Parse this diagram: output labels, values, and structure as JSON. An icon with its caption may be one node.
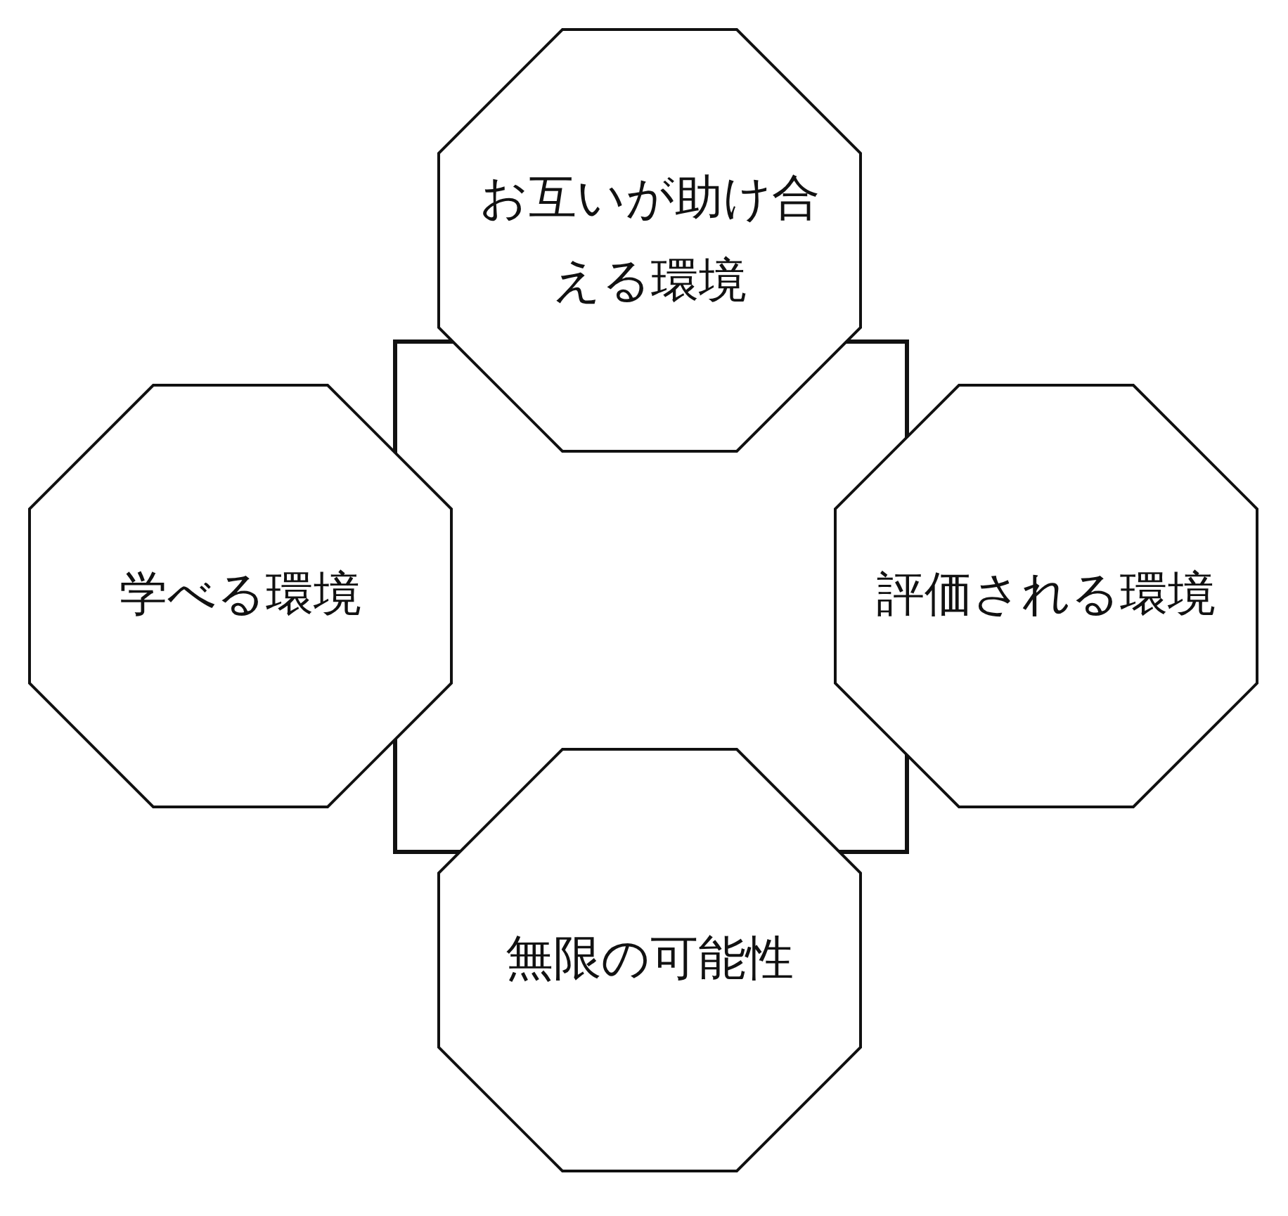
{
  "diagram": {
    "nodes": [
      {
        "text": [
          "お互いが助け合える環境"
        ]
      },
      {
        "text": [
          "学べる環境"
        ]
      },
      {
        "text": [
          "評価される環境"
        ]
      },
      {
        "text": [
          "無限の可能性"
        ]
      }
    ]
  }
}
